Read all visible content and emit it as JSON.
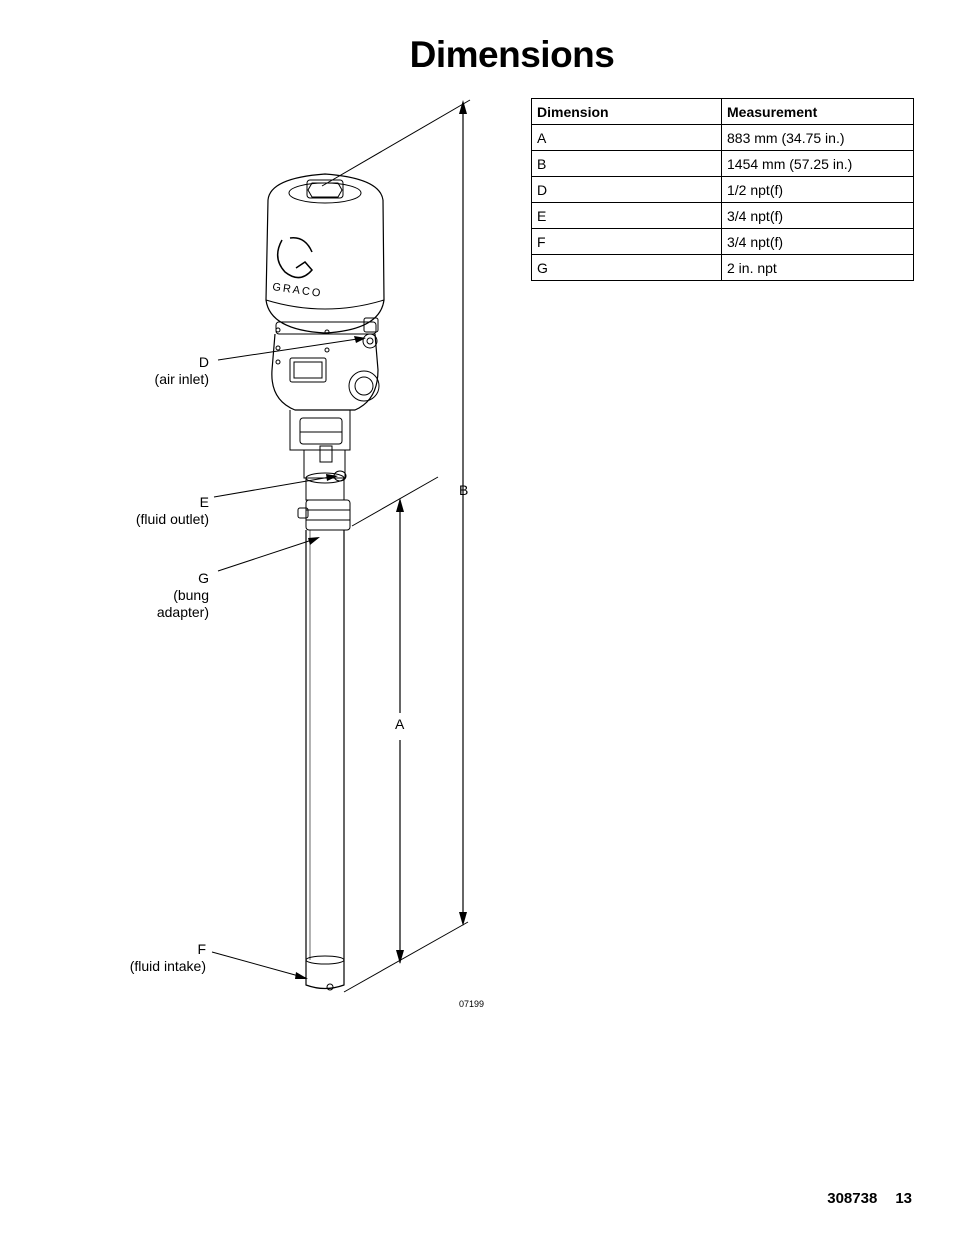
{
  "page": {
    "title": "Dimensions",
    "doc_number": "308738",
    "page_number": "13"
  },
  "figure": {
    "id": "07199",
    "callouts": [
      {
        "letter": "D",
        "desc": "(air inlet)"
      },
      {
        "letter": "E",
        "desc": "(fluid outlet)"
      },
      {
        "letter": "G",
        "desc": "(bung",
        "desc2": "adapter)"
      },
      {
        "letter": "F",
        "desc": "(fluid intake)"
      }
    ],
    "dimension_labels": {
      "a": "A",
      "b": "B"
    },
    "logo_text": "GRACO"
  },
  "table": {
    "headers": [
      "Dimension",
      "Measurement"
    ],
    "rows": [
      [
        "A",
        "883 mm (34.75 in.)"
      ],
      [
        "B",
        "1454 mm (57.25 in.)"
      ],
      [
        "D",
        "1/2 npt(f)"
      ],
      [
        "E",
        "3/4 npt(f)"
      ],
      [
        "F",
        "3/4 npt(f)"
      ],
      [
        "G",
        "2 in. npt"
      ]
    ]
  }
}
